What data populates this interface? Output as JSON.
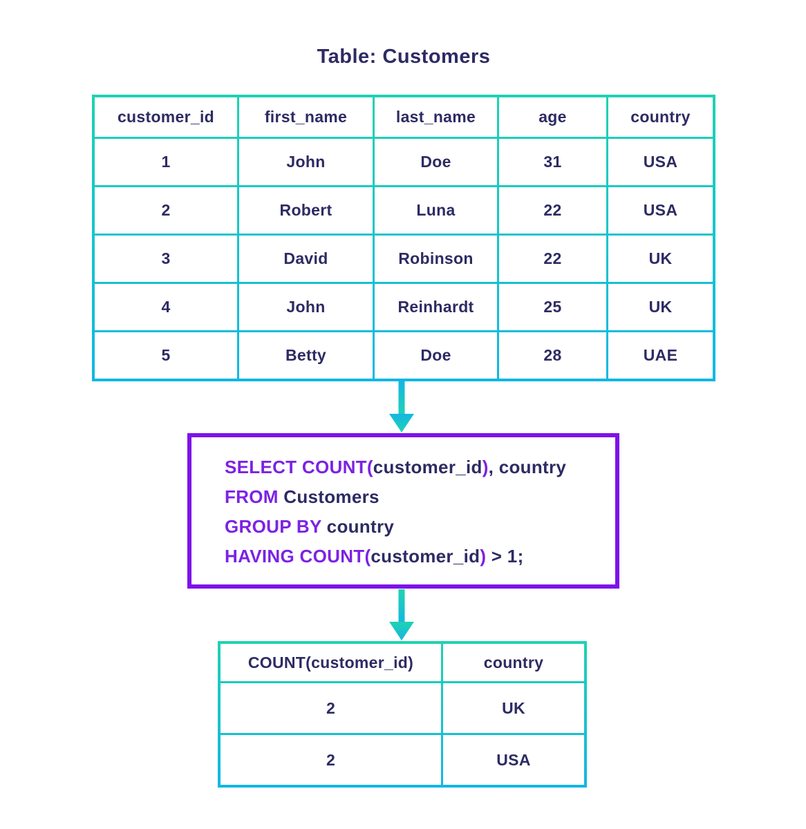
{
  "title": "Table: Customers",
  "customers_table": {
    "headers": [
      "customer_id",
      "first_name",
      "last_name",
      "age",
      "country"
    ],
    "rows": [
      [
        "1",
        "John",
        "Doe",
        "31",
        "USA"
      ],
      [
        "2",
        "Robert",
        "Luna",
        "22",
        "USA"
      ],
      [
        "3",
        "David",
        "Robinson",
        "22",
        "UK"
      ],
      [
        "4",
        "John",
        "Reinhardt",
        "25",
        "UK"
      ],
      [
        "5",
        "Betty",
        "Doe",
        "28",
        "UAE"
      ]
    ]
  },
  "query": {
    "lines": [
      [
        {
          "t": "SELECT COUNT(",
          "k": true
        },
        {
          "t": "customer_id",
          "k": false
        },
        {
          "t": ")",
          "k": true
        },
        {
          "t": ", country",
          "k": false
        }
      ],
      [
        {
          "t": "FROM",
          "k": true
        },
        {
          "t": " Customers",
          "k": false
        }
      ],
      [
        {
          "t": "GROUP BY",
          "k": true
        },
        {
          "t": " country",
          "k": false
        }
      ],
      [
        {
          "t": "HAVING COUNT(",
          "k": true
        },
        {
          "t": "customer_id",
          "k": false
        },
        {
          "t": ")",
          "k": true
        },
        {
          "t": " > 1;",
          "k": false
        }
      ]
    ]
  },
  "result_table": {
    "headers": [
      "COUNT(customer_id)",
      "country"
    ],
    "rows": [
      [
        "2",
        "UK"
      ],
      [
        "2",
        "USA"
      ]
    ]
  },
  "colors": {
    "grid_teal_top": "#1ed2b2",
    "grid_cyan_bottom": "#10b7e5",
    "sql_border_purple": "#7e11eb",
    "sql_keyword_purple": "#7c22e4",
    "text_navy": "#2d2b63"
  }
}
